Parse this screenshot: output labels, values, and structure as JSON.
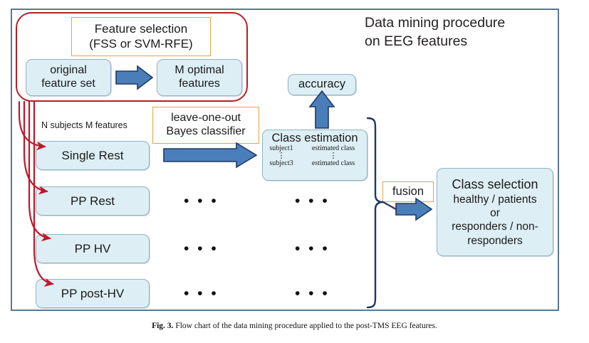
{
  "title": {
    "line1": "Data mining procedure",
    "line2": "on EEG features"
  },
  "feature_selection": {
    "annotation_line1": "Feature selection",
    "annotation_line2": "(FSS or SVM-RFE)",
    "source_box_line1": "original",
    "source_box_line2": "feature set",
    "target_box_line1": "M optimal",
    "target_box_line2": "features"
  },
  "classifier": {
    "annotation_line1": "leave-one-out",
    "annotation_line2": "Bayes classifier",
    "data_label": "N subjects M features"
  },
  "accuracy": {
    "label": "accuracy"
  },
  "conditions": [
    {
      "label": "Single Rest"
    },
    {
      "label": "PP Rest"
    },
    {
      "label": "PP HV"
    },
    {
      "label": "PP post-HV"
    }
  ],
  "class_estimation": {
    "title": "Class estimation",
    "col1_header": "subject1",
    "col2_header": "estimated class",
    "ellipsis": "⋮",
    "col1_footer": "subject3",
    "col2_footer": "estimated class"
  },
  "fusion": {
    "label": "fusion"
  },
  "class_selection": {
    "title": "Class selection",
    "line1": "healthy / patients",
    "line2": "or",
    "line3": "responders / non-",
    "line4": "responders"
  },
  "ellipsis_marks": {
    "mark": "• • •"
  },
  "caption": {
    "label": "Fig. 3.",
    "text": "Flow chart of the data mining procedure applied to the post-TMS EEG features."
  },
  "colors": {
    "frame_border": "#5a7794",
    "red_container": "#b51f24",
    "red_arrow": "#c0172a",
    "blue_arrow_fill": "#4a7ebb",
    "blue_arrow_stroke": "#1f3864",
    "box_fill": "#ddeff5",
    "box_border": "#8fb3c4",
    "orange_border": "#e8a33d",
    "bracket": "#1f3864"
  }
}
